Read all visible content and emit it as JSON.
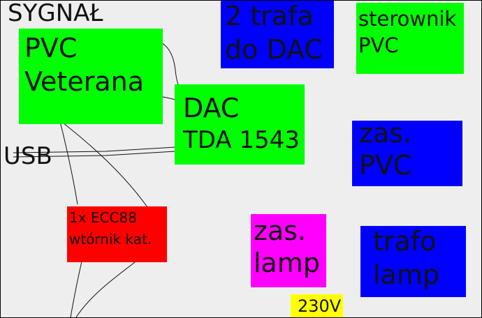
{
  "labels": {
    "signal": "SYGNAŁ",
    "usb": "USB",
    "mains": "230V"
  },
  "blocks": {
    "pvc_veterana": {
      "line1": "PVC",
      "line2": "Veterana",
      "color": "#00ff00"
    },
    "dac_transformers": {
      "line1": "2 trafa",
      "line2": "do DAC",
      "color": "#0000ff"
    },
    "pvc_controller": {
      "line1": "sterownik",
      "line2": "PVC",
      "color": "#00ff00"
    },
    "dac": {
      "line1": "DAC",
      "line2": "TDA 1543",
      "color": "#00ff00"
    },
    "pvc_supply": {
      "line1": "zas.",
      "line2": "PVC",
      "color": "#0000ff"
    },
    "tube_buffer": {
      "line1": "1x ECC88",
      "line2": "wtórnik kat.",
      "color": "#ff0000"
    },
    "lamp_supply": {
      "line1": "zas.",
      "line2": "lamp",
      "color": "#ff00ff"
    },
    "lamp_transformer": {
      "line1": "trafo",
      "line2": "lamp",
      "color": "#0000ff"
    },
    "mains_label_color": "#ffff00"
  }
}
